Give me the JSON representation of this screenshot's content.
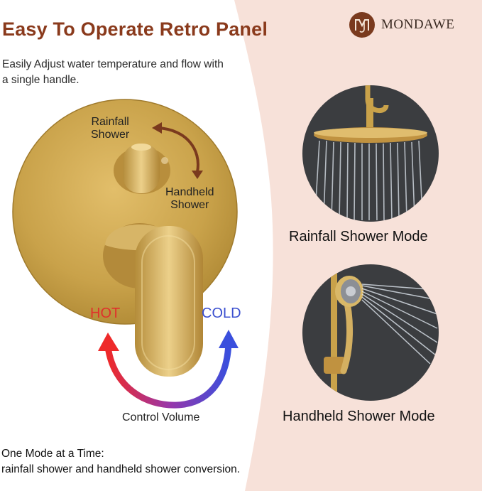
{
  "heading": {
    "title": "Easy To Operate Retro Panel",
    "subtitle": "Easily Adjust water temperature and flow with a single handle."
  },
  "brand": {
    "name": "MONDAWE",
    "logo_icon": "mondawe-monogram-icon"
  },
  "panel": {
    "rainfall_label_line1": "Rainfall",
    "rainfall_label_line2": "Shower",
    "handheld_label_line1": "Handheld",
    "handheld_label_line2": "Shower",
    "hot_label": "HOT",
    "cold_label": "COLD",
    "volume_label": "Control Volume"
  },
  "modes": [
    {
      "caption": "Rainfall Shower Mode",
      "icon": "rainfall-shower-head-icon"
    },
    {
      "caption": "Handheld Shower Mode",
      "icon": "handheld-shower-icon"
    }
  ],
  "footer": {
    "line1": "One Mode at a Time:",
    "line2": "rainfall shower and handheld shower conversion."
  },
  "colors": {
    "title": "#8a3a1c",
    "background_accent": "#f7e1d9",
    "brass": "#c9a24a",
    "hot": "#e0302b",
    "cold": "#3a4fcf"
  }
}
